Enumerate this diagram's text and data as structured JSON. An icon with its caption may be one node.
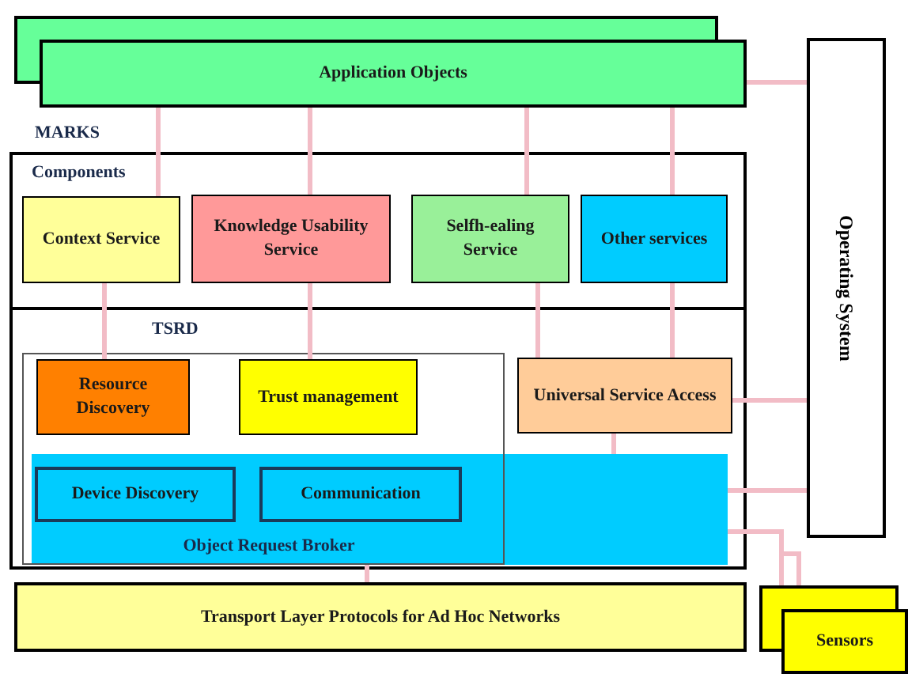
{
  "diagram": {
    "nodes": [
      {
        "text": [
          "Application Objects"
        ]
      },
      {
        "text": [
          "Operating System"
        ]
      },
      {
        "text": [
          "MARKS"
        ]
      },
      {
        "text": [
          "Components"
        ],
        "in": 2
      },
      {
        "text": [
          "Context Service"
        ],
        "in": 3
      },
      {
        "text": [
          "Knowledge Usability Service"
        ],
        "in": 3
      },
      {
        "text": [
          "Selfh-ealing Service"
        ],
        "in": 3
      },
      {
        "text": [
          "Other services"
        ],
        "in": 3
      },
      {
        "text": [
          "TSRD"
        ],
        "in": 2
      },
      {
        "text": [],
        "shape": "box",
        "in": 8
      },
      {
        "text": [
          "Resource Discovery"
        ],
        "in": 9
      },
      {
        "text": [
          "Trust management"
        ],
        "in": 9
      },
      {
        "text": [
          "Universal Service Access"
        ],
        "in": 8
      },
      {
        "text": [
          "Object Request Broker"
        ],
        "in": 8
      },
      {
        "text": [
          "Device Discovery"
        ]
      },
      {
        "text": [
          "Communication"
        ]
      },
      {
        "text": [
          "Transport Layer Protocols for Ad Hoc Networks"
        ]
      },
      {
        "text": [
          "Sensors"
        ]
      }
    ],
    "edges": [
      {
        "from": 0,
        "to": 4,
        "arrow": "none"
      },
      {
        "from": 0,
        "to": 5,
        "arrow": "none"
      },
      {
        "from": 0,
        "to": 6,
        "arrow": "none"
      },
      {
        "from": 0,
        "to": 7,
        "arrow": "none"
      },
      {
        "from": 0,
        "to": 1,
        "arrow": "none"
      },
      {
        "from": 4,
        "to": 10,
        "arrow": "none"
      },
      {
        "from": 5,
        "to": 11,
        "arrow": "none"
      },
      {
        "from": 6,
        "to": 12,
        "arrow": "none"
      },
      {
        "from": 7,
        "to": 12,
        "arrow": "none"
      },
      {
        "from": 12,
        "to": 13,
        "arrow": "none"
      },
      {
        "from": 12,
        "to": 1,
        "arrow": "none"
      },
      {
        "from": 13,
        "to": 1,
        "arrow": "none"
      },
      {
        "from": 13,
        "to": 17,
        "arrow": "none"
      },
      {
        "from": 13,
        "to": 17,
        "arrow": "none"
      },
      {
        "from": 13,
        "to": 16,
        "arrow": "none"
      }
    ]
  }
}
